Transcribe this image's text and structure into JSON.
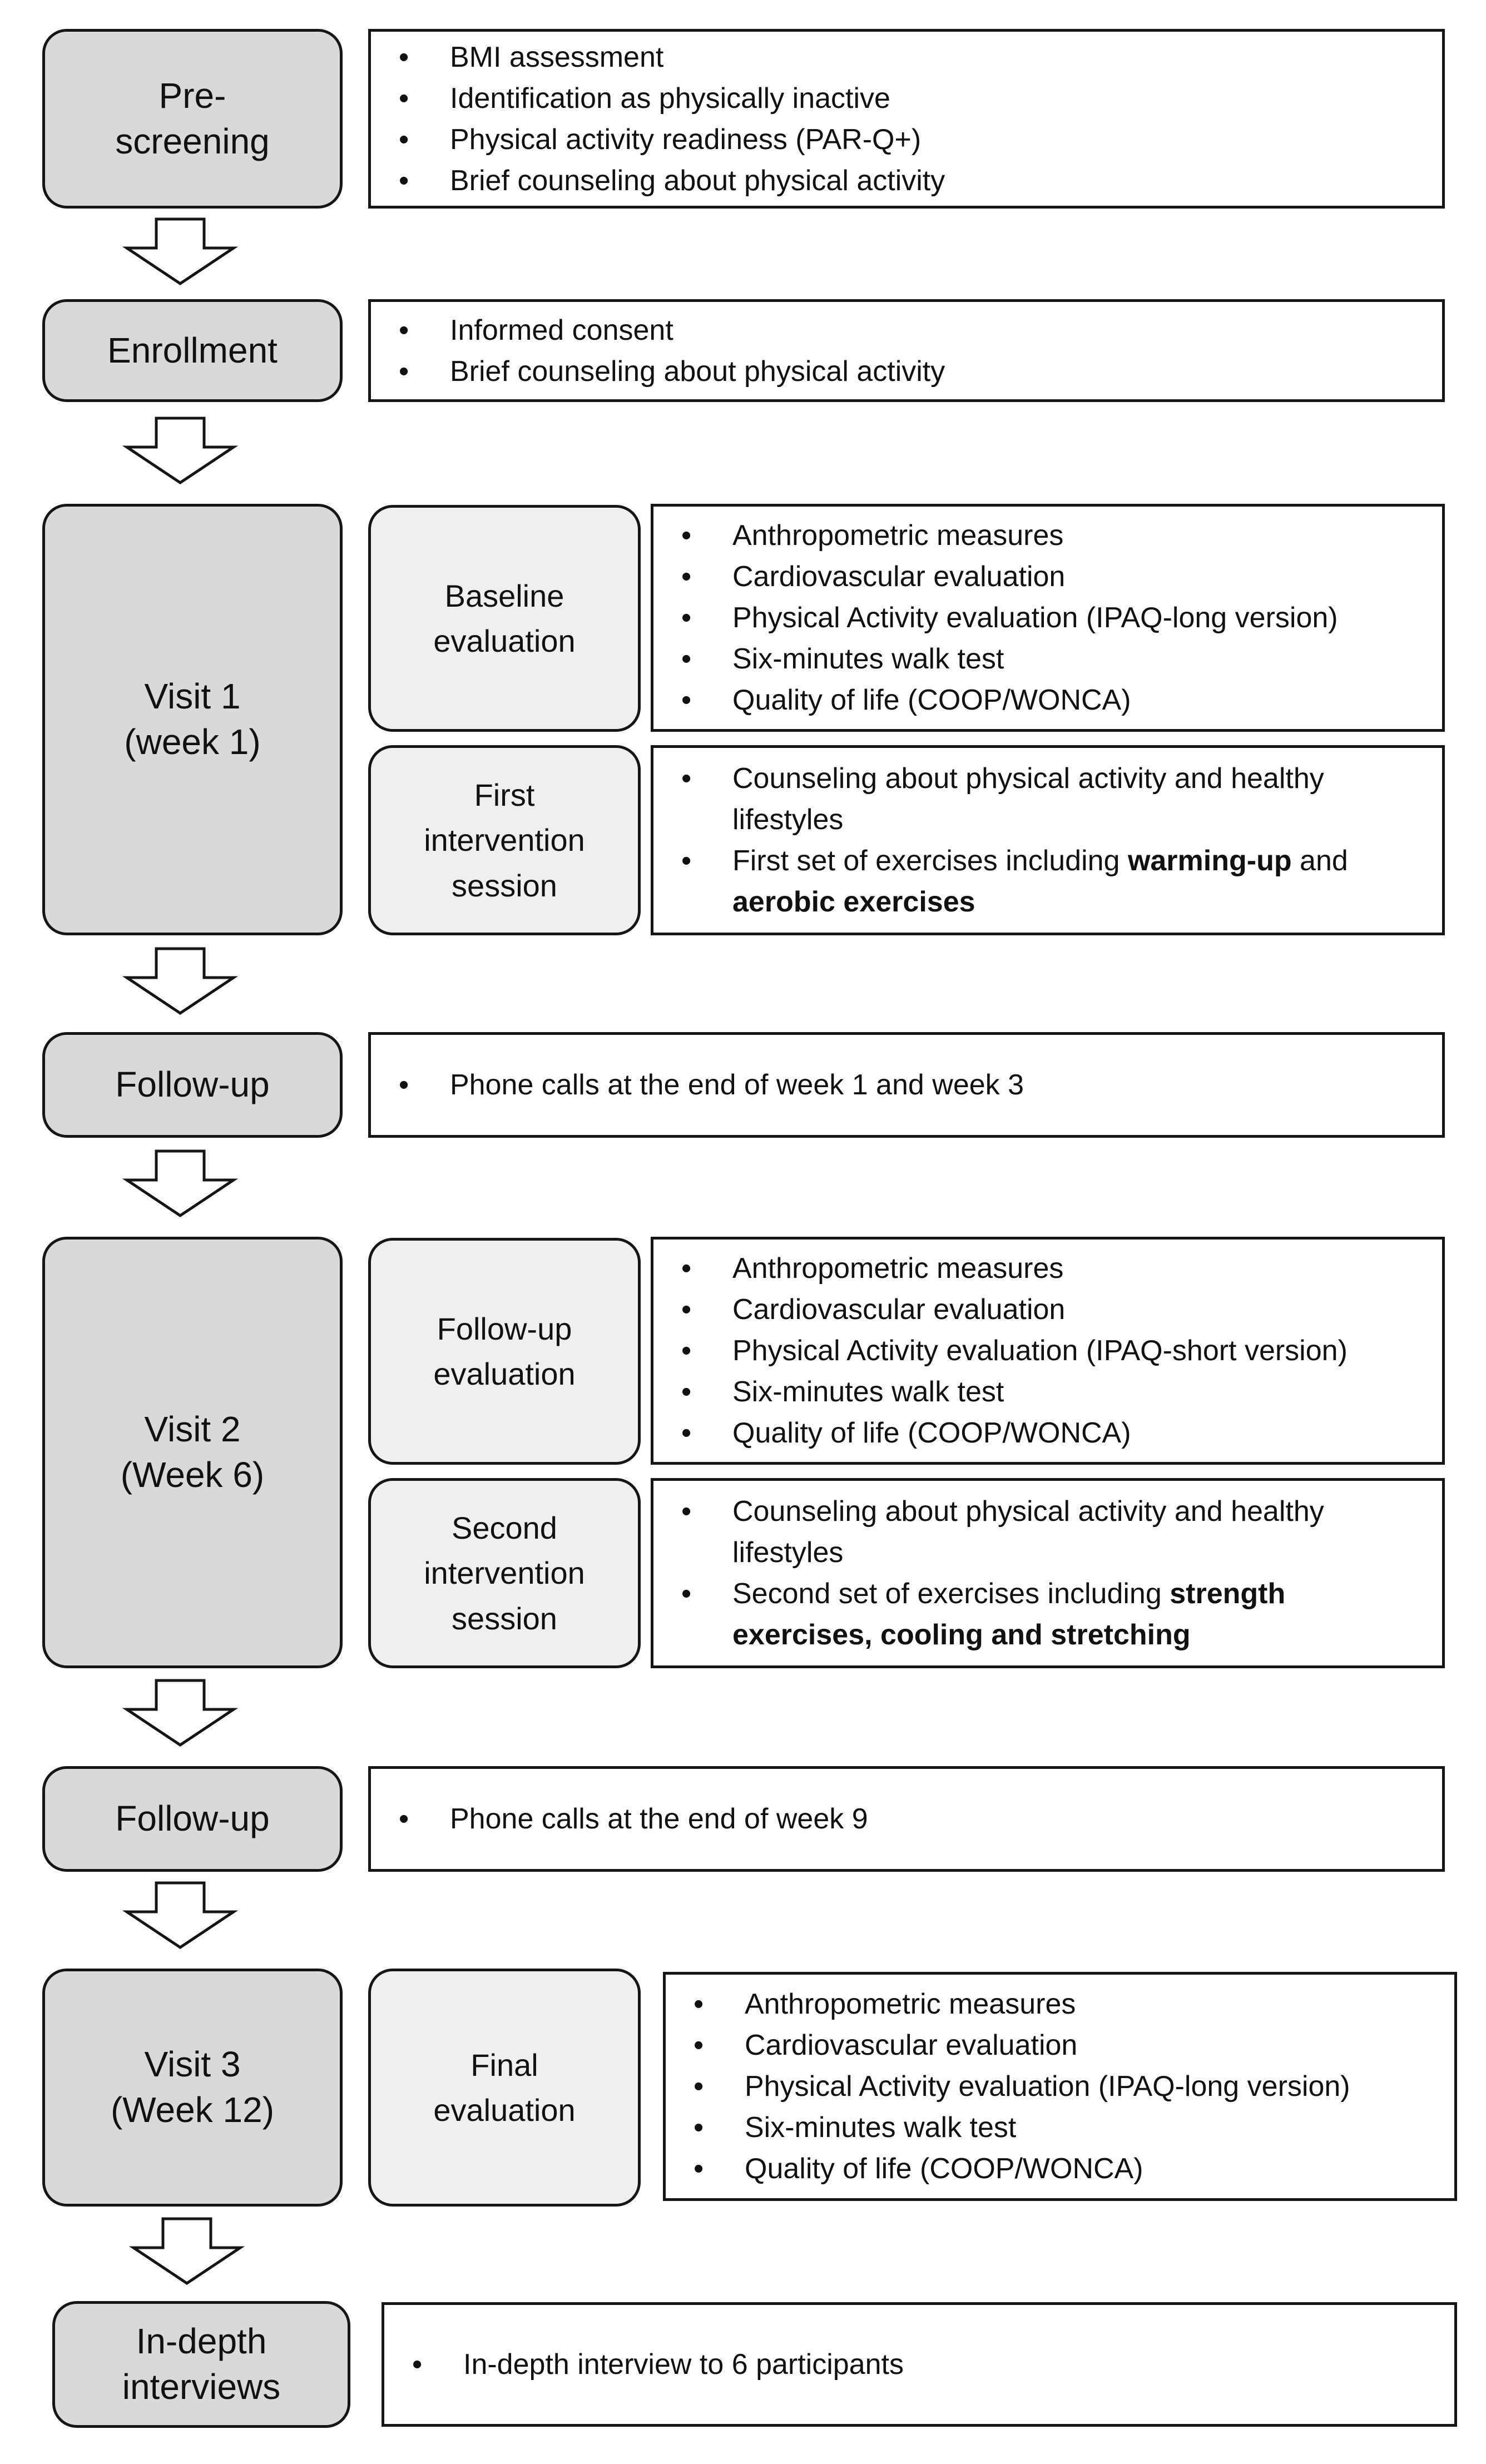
{
  "stages": [
    {
      "label": "Pre-\nscreening",
      "details": [
        {
          "pre": "BMI assessment"
        },
        {
          "pre": "Identification as physically inactive"
        },
        {
          "pre": "Physical activity readiness (PAR-Q+)"
        },
        {
          "pre": "Brief counseling about physical activity"
        }
      ]
    },
    {
      "label": "Enrollment",
      "details": [
        {
          "pre": "Informed consent"
        },
        {
          "pre": "Brief counseling about physical activity"
        }
      ]
    },
    {
      "label": "Visit 1\n(week 1)",
      "steps": [
        {
          "label": "Baseline\nevaluation",
          "details": [
            {
              "pre": "Anthropometric measures"
            },
            {
              "pre": "Cardiovascular evaluation"
            },
            {
              "pre": "Physical Activity evaluation (IPAQ-long version)"
            },
            {
              "pre": "Six-minutes walk test"
            },
            {
              "pre": "Quality of life (COOP/WONCA)"
            }
          ]
        },
        {
          "label": "First\nintervention\nsession",
          "details": [
            {
              "pre": "Counseling about physical activity and healthy lifestyles"
            },
            {
              "pre": " First set of exercises including ",
              "b1": "warming-up",
              "mid": " and ",
              "b2": "aerobic exercises"
            }
          ]
        }
      ]
    },
    {
      "label": "Follow-up",
      "details": [
        {
          "pre": "Phone calls at the end of week 1 and week 3"
        }
      ]
    },
    {
      "label": "Visit 2\n(Week 6)",
      "steps": [
        {
          "label": "Follow-up\nevaluation",
          "details": [
            {
              "pre": "Anthropometric measures"
            },
            {
              "pre": "Cardiovascular evaluation"
            },
            {
              "pre": "Physical Activity evaluation (IPAQ-short version)"
            },
            {
              "pre": "Six-minutes walk test"
            },
            {
              "pre": "Quality of life (COOP/WONCA)"
            }
          ]
        },
        {
          "label": "Second\nintervention\nsession",
          "details": [
            {
              "pre": "Counseling about physical activity and healthy lifestyles"
            },
            {
              "pre": "Second set of exercises including ",
              "b1": "strength exercises, cooling and stretching"
            }
          ]
        }
      ]
    },
    {
      "label": "Follow-up",
      "details": [
        {
          "pre": "Phone calls at the end of week 9"
        }
      ]
    },
    {
      "label": "Visit 3\n(Week 12)",
      "steps": [
        {
          "label": "Final\nevaluation",
          "details": [
            {
              "pre": "Anthropometric measures"
            },
            {
              "pre": "Cardiovascular evaluation"
            },
            {
              "pre": "Physical Activity evaluation (IPAQ-long version)"
            },
            {
              "pre": "Six-minutes walk test"
            },
            {
              "pre": "Quality of life (COOP/WONCA)"
            }
          ]
        }
      ]
    },
    {
      "label": "In-depth\ninterviews",
      "details": [
        {
          "pre": "In-depth interview to 6 participants"
        }
      ]
    }
  ],
  "colors": {
    "phase_fill": "#d9d9d9",
    "step_fill": "#efefef",
    "detail_fill": "#ffffff",
    "stroke": "#151515"
  }
}
